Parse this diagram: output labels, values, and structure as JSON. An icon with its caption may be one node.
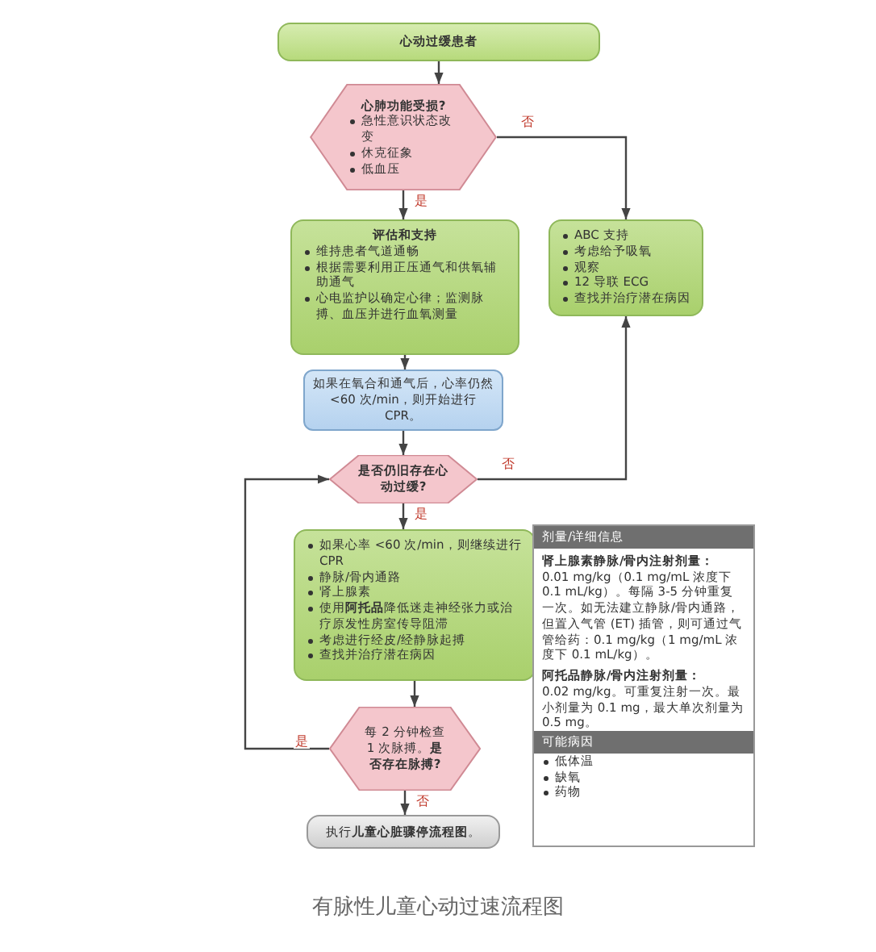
{
  "diagram": {
    "caption": "有脉性儿童心动过速流程图",
    "nodes": [
      {
        "text": [
          "心动过缓患者"
        ]
      },
      {
        "text": [
          "心肺功能受损?",
          "急性意识状态改变",
          "休克征象",
          "低血压"
        ]
      },
      {
        "text": [
          "评估和支持",
          "维持患者气道通畅",
          "根据需要利用正压通气和供氧辅助通气",
          "心电监护以确定心律；监测脉搏、血压并进行血氧测量"
        ]
      },
      {
        "text": [
          "ABC 支持",
          "考虑给予吸氧",
          "观察",
          "12 导联 ECG",
          "查找并治疗潜在病因"
        ]
      },
      {
        "text": [
          "如果在氧合和通气后，心率仍然 <60 次/min，则开始进行 CPR。"
        ]
      },
      {
        "text": [
          "是否仍旧存在心动过缓?"
        ]
      },
      {
        "text": [
          "如果心率 <60 次/min，则继续进行 CPR",
          "静脉/骨内通路",
          "肾上腺素",
          "使用**阿托品**降低迷走神经张力或治疗原发性房室传导阻滞",
          "考虑进行经皮/经静脉起搏",
          "查找并治疗潜在病因"
        ]
      },
      {
        "text": [
          "每 2 分钟检查 1 次脉搏。**是否存在脉搏?**"
        ]
      },
      {
        "text": [
          "执行**儿童心脏骤停流程图**。"
        ]
      },
      {
        "text": [
          "剂量/详细信息",
          "肾上腺素静脉/骨内注射剂量：",
          "0.01 mg/kg（0.1 mg/mL 浓度下 0.1 mL/kg）。每隔 3-5 分钟重复一次。如无法建立静脉/骨内通路，但置入气管 (ET) 插管，则可通过气管给药：0.1 mg/kg（1 mg/mL 浓度下 0.1 mL/kg）。",
          "阿托品静脉/骨内注射剂量：",
          "0.02 mg/kg。可重复注射一次。最小剂量为 0.1 mg，最大单次剂量为 0.5 mg。",
          "可能病因",
          "低体温",
          "缺氧",
          "药物"
        ]
      }
    ],
    "edges": [
      {
        "from": 0,
        "to": 1,
        "arrow": "to"
      },
      {
        "from": 1,
        "to": 2,
        "arrow": "to",
        "label": "是"
      },
      {
        "from": 1,
        "to": 3,
        "arrow": "to",
        "label": "否"
      },
      {
        "from": 2,
        "to": 4,
        "arrow": "to"
      },
      {
        "from": 4,
        "to": 5,
        "arrow": "to"
      },
      {
        "from": 5,
        "to": 6,
        "arrow": "to",
        "label": "是"
      },
      {
        "from": 5,
        "to": 3,
        "arrow": "to",
        "label": "否"
      },
      {
        "from": 6,
        "to": 7,
        "arrow": "to"
      },
      {
        "from": 7,
        "to": 5,
        "arrow": "to",
        "label": "是"
      },
      {
        "from": 7,
        "to": 8,
        "arrow": "to",
        "label": "否"
      }
    ]
  }
}
